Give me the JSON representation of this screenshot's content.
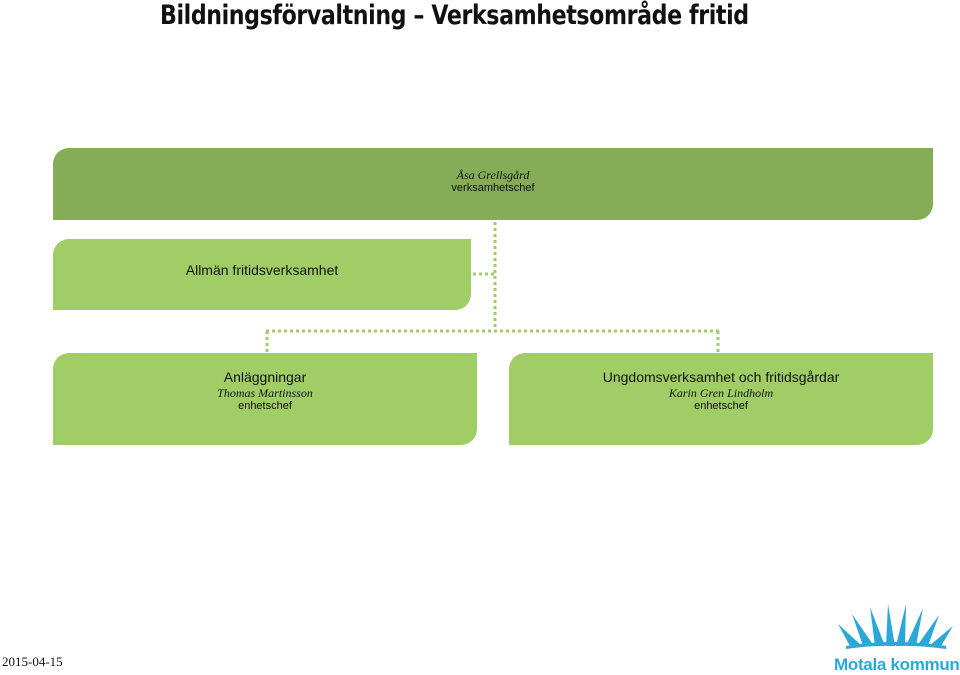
{
  "title": "Bildningsförvaltning – Verksamhetsområde fritid",
  "head": {
    "name": "Åsa Grellsgård",
    "role": "verksamhetschef"
  },
  "general": {
    "unit": "Allmän fritidsverksamhet"
  },
  "units": [
    {
      "unit": "Anläggningar",
      "name": "Thomas Martinsson",
      "role": "enhetschef"
    },
    {
      "unit": "Ungdomsverksamhet och fritidsgårdar",
      "name": "Karin Gren Lindholm",
      "role": "enhetschef"
    }
  ],
  "date": "2015-04-15",
  "logo": {
    "text": "Motala kommun",
    "icon": "sun-rays-logo"
  },
  "colors": {
    "head_box": "#85ac56",
    "unit_box": "#a1cd66",
    "connector": "#a1cd66",
    "logo": "#2aa9d8"
  }
}
